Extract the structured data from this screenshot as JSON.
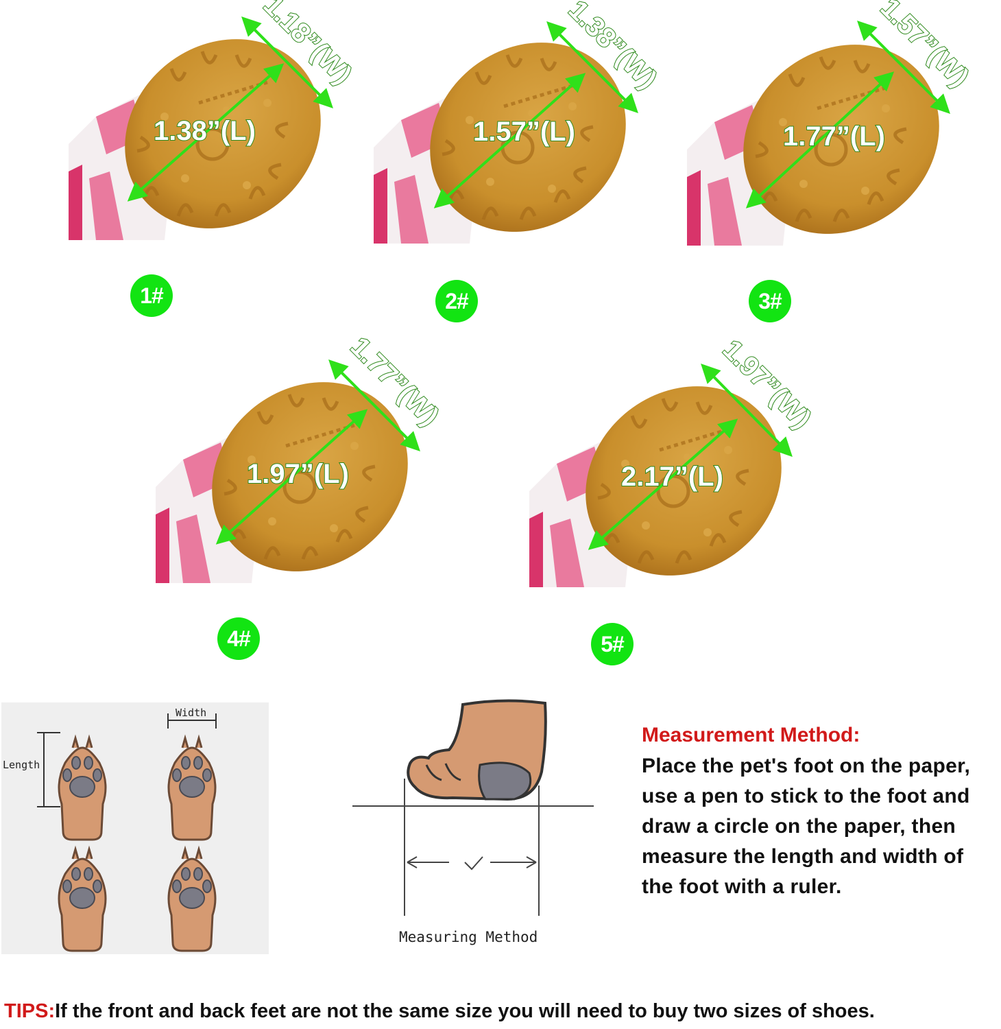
{
  "sizes": [
    {
      "id": "1",
      "badge": "1#",
      "width_label": "1.18”(W)",
      "length_label": "1.38”(L)"
    },
    {
      "id": "2",
      "badge": "2#",
      "width_label": "1.38”(W)",
      "length_label": "1.57”(L)"
    },
    {
      "id": "3",
      "badge": "3#",
      "width_label": "1.57”(W)",
      "length_label": "1.77”(L)"
    },
    {
      "id": "4",
      "badge": "4#",
      "width_label": "1.77”(W)",
      "length_label": "1.97”(L)"
    },
    {
      "id": "5",
      "badge": "5#",
      "width_label": "1.97”(W)",
      "length_label": "2.17”(L)"
    }
  ],
  "paw_diagram": {
    "width_label": "Width",
    "length_label": "Length"
  },
  "sketch": {
    "caption": "Measuring Method"
  },
  "measurement": {
    "title": "Measurement Method:",
    "lines": [
      "Place the pet's foot on the paper,",
      "use a pen to stick to the foot and",
      "draw a circle on the paper, then",
      "measure the length and width of",
      "the foot with a ruler."
    ]
  },
  "tips": {
    "label": "TIPS:",
    "text": "If the front and back feet are not the same size you will need to buy two sizes of shoes."
  },
  "colors": {
    "sole": "#c98f2c",
    "sole_dark": "#a86d1a",
    "shoe_pink": "#d8346a",
    "badge_green": "#12e412",
    "arrow_green": "#2fe01a",
    "title_red": "#d11a1a",
    "paw_tan": "#d59a72",
    "paw_pad": "#7b7b86"
  }
}
